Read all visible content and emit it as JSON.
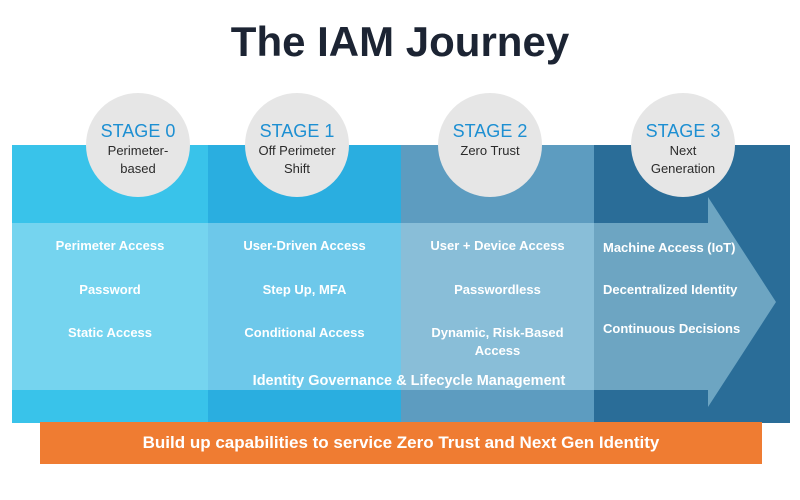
{
  "title": "The IAM Journey",
  "stages": [
    {
      "title": "STAGE 0",
      "subtitle_line1": "Perimeter-",
      "subtitle_line2": "based",
      "items": [
        "Perimeter Access",
        "Password",
        "Static Access"
      ]
    },
    {
      "title": "STAGE 1",
      "subtitle_line1": "Off Perimeter",
      "subtitle_line2": "Shift",
      "items": [
        "User-Driven Access",
        "Step Up, MFA",
        "Conditional Access"
      ]
    },
    {
      "title": "STAGE 2",
      "subtitle_line1": "Zero Trust",
      "subtitle_line2": "",
      "items": [
        "User + Device Access",
        "Passwordless",
        "Dynamic, Risk-Based",
        "Access"
      ]
    },
    {
      "title": "STAGE 3",
      "subtitle_line1": "Next",
      "subtitle_line2": "Generation",
      "items": [
        "Machine Access (IoT)",
        "Decentralized Identity",
        "Continuous Decisions"
      ]
    }
  ],
  "governance": "Identity Governance &  Lifecycle Management",
  "banner": "Build up capabilities to service Zero Trust and Next Gen Identity",
  "colors": {
    "stage0": "#39c3ea",
    "stage1": "#2aaee0",
    "stage2": "#5d9cc0",
    "stage3": "#2a6d98",
    "arrow": "#9fdcf2",
    "circle": "#e6e6e6",
    "stage_title": "#1d8fd2",
    "banner": "#ef7c32"
  }
}
